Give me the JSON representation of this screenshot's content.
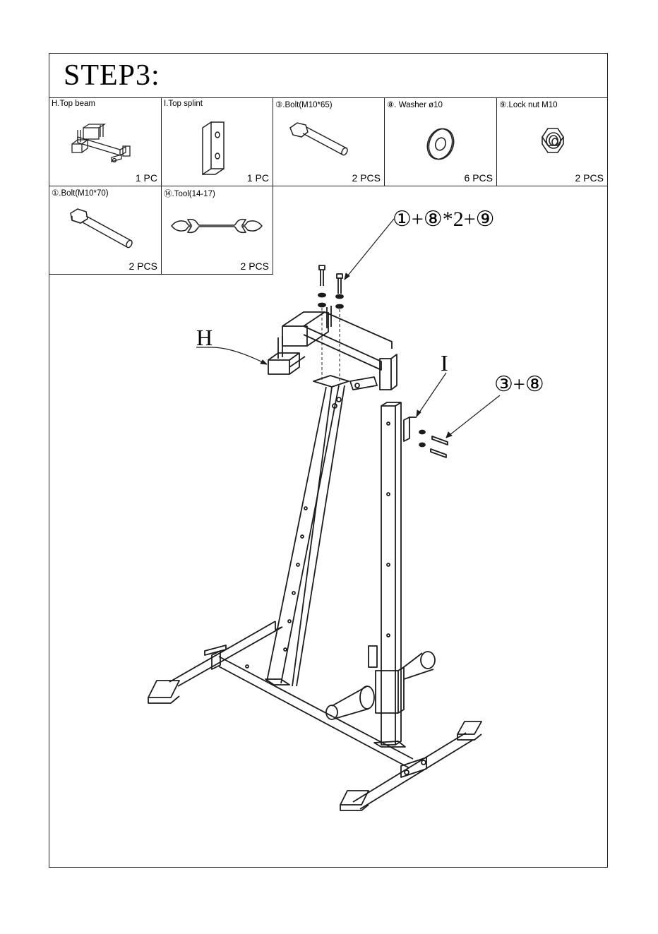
{
  "step": {
    "title": "STEP3:"
  },
  "parts": [
    {
      "label": "H.Top beam",
      "qty": "1 PC",
      "icon": "top-beam-icon"
    },
    {
      "label": "I.Top splint",
      "qty": "1 PC",
      "icon": "top-splint-icon"
    },
    {
      "label": "③.Bolt(M10*65)",
      "qty": "2 PCS",
      "icon": "bolt-icon"
    },
    {
      "label": "⑧. Washer ø10",
      "qty": "6 PCS",
      "icon": "washer-icon"
    },
    {
      "label": "⑨.Lock nut M10",
      "qty": "2 PCS",
      "icon": "lock-nut-icon"
    },
    {
      "label": "①.Bolt(M10*70)",
      "qty": "2 PCS",
      "icon": "bolt-icon"
    },
    {
      "label": "⑭.Tool(14-17)",
      "qty": "2 PCS",
      "icon": "wrench-icon"
    }
  ],
  "callouts": {
    "top": "①+⑧*2+⑨",
    "side": "③+⑧",
    "label_h": "H",
    "label_i": "I"
  },
  "colors": {
    "line": "#222222",
    "background": "#ffffff"
  }
}
